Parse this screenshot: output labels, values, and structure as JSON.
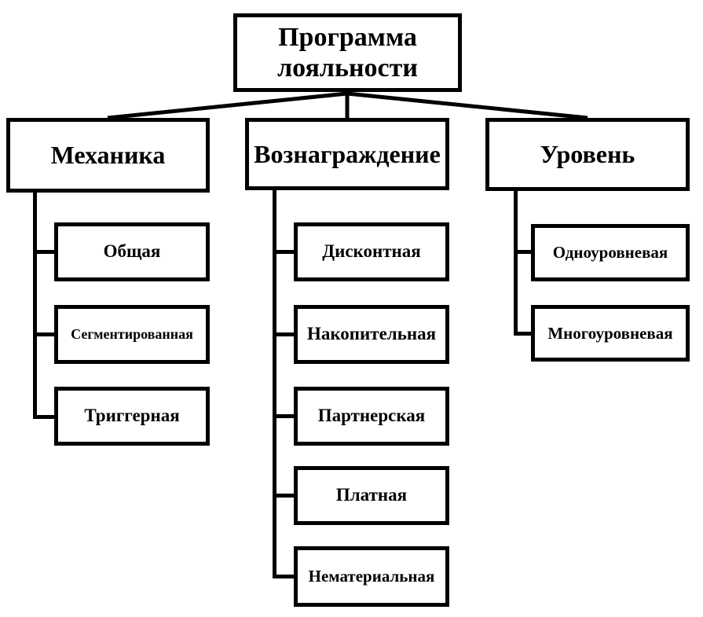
{
  "diagram": {
    "title": "Программа лояльности",
    "type": "hierarchy-tree",
    "line_color": "#000000",
    "box_fill": "#ffffff",
    "text_color": "#000000",
    "root": {
      "label": "Программа лояльности",
      "line1": "Программа",
      "line2": "лояльности"
    },
    "branches": [
      {
        "label": "Механика",
        "children": [
          {
            "label": "Общая"
          },
          {
            "label": "Сегментированная"
          },
          {
            "label": "Триггерная"
          }
        ]
      },
      {
        "label": "Вознаграждение",
        "children": [
          {
            "label": "Дисконтная"
          },
          {
            "label": "Накопительная"
          },
          {
            "label": "Партнерская"
          },
          {
            "label": "Платная"
          },
          {
            "label": "Нематериальная"
          }
        ]
      },
      {
        "label": "Уровень",
        "children": [
          {
            "label": "Одноуровневая"
          },
          {
            "label": "Многоуровневая"
          }
        ]
      }
    ]
  }
}
